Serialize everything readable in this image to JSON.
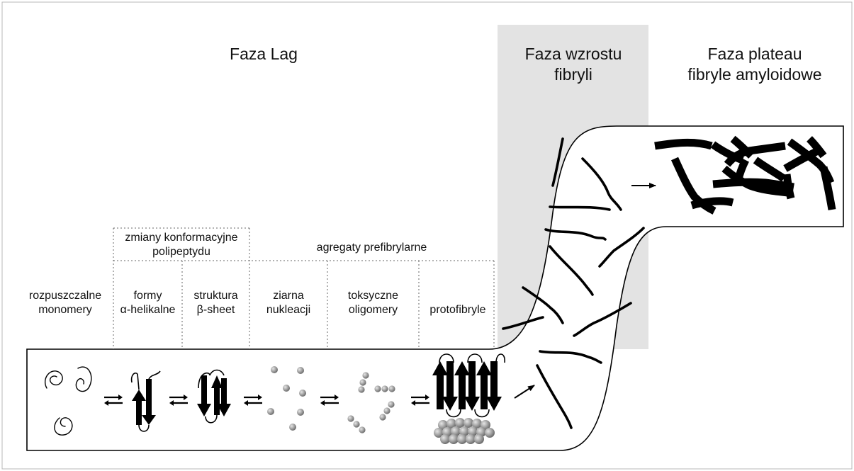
{
  "phases": {
    "lag": "Faza Lag",
    "growth": {
      "line1": "Faza wzrostu",
      "line2": "fibryli"
    },
    "plateau": {
      "line1": "Faza plateau",
      "line2": "fibryle amyloidowe"
    }
  },
  "groups": {
    "conformational": {
      "line1": "zmiany konformacyjne",
      "line2": "polipeptydu"
    },
    "prefibrillar": "agregaty prefibrylarne"
  },
  "stages": [
    {
      "line1": "rozpuszczalne",
      "line2": "monomery"
    },
    {
      "line1": "formy",
      "line2": "α-helikalne"
    },
    {
      "line1": "struktura",
      "line2": "β-sheet"
    },
    {
      "line1": "ziarna",
      "line2": "nukleacji"
    },
    {
      "line1": "toksyczne",
      "line2": "oligomery"
    },
    {
      "line1": "protofibryle",
      "line2": ""
    }
  ],
  "colors": {
    "shade": "#e3e3e3",
    "ink": "#000000",
    "sphere": "#9a9a9a",
    "border": "#b8b8b8"
  },
  "icons": [
    "random-coil-icon",
    "equilibrium-arrows-icon",
    "alpha-helix-hairpin-icon",
    "beta-sheet-icon",
    "nucleation-seeds-icon",
    "oligomer-clusters-icon",
    "protofibril-icon",
    "fibril-fragments-icon",
    "mature-fibril-network-icon",
    "arrow-right-icon"
  ]
}
